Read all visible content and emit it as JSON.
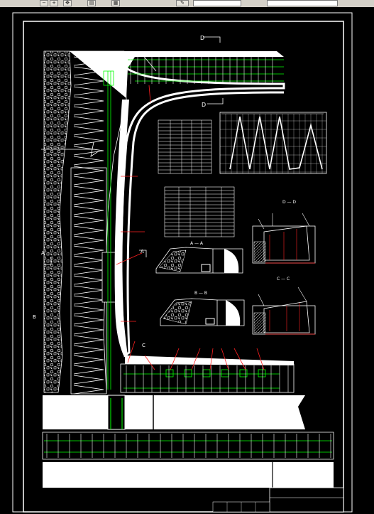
{
  "toolbar": {
    "buttons": [
      {
        "name": "zoom-out-icon",
        "glyph": "−"
      },
      {
        "name": "zoom-in-icon",
        "glyph": "+"
      },
      {
        "name": "pan-icon",
        "glyph": "✥"
      },
      {
        "name": "print-icon",
        "glyph": "▤"
      },
      {
        "name": "grid-icon",
        "glyph": "▦"
      },
      {
        "name": "match-properties-icon",
        "glyph": "✎"
      }
    ],
    "layer_combo": "",
    "style_combo": ""
  },
  "drawing": {
    "section_markers": {
      "d_top": "D",
      "d_bottom": "D",
      "a_left": "A",
      "a_right": "A",
      "b_left": "B",
      "c_bottom": "C"
    },
    "detail_views": {
      "a_a": "A — A",
      "b_b": "B — B",
      "d_d": "D — D",
      "c_c": "C — C"
    },
    "title_block": {
      "line1": "",
      "line2": ""
    }
  },
  "colors": {
    "background": "#000000",
    "linework": "#ffffff",
    "ventilation": "#00ff00",
    "leaders": "#ff2020",
    "frame": "#ffffff"
  }
}
